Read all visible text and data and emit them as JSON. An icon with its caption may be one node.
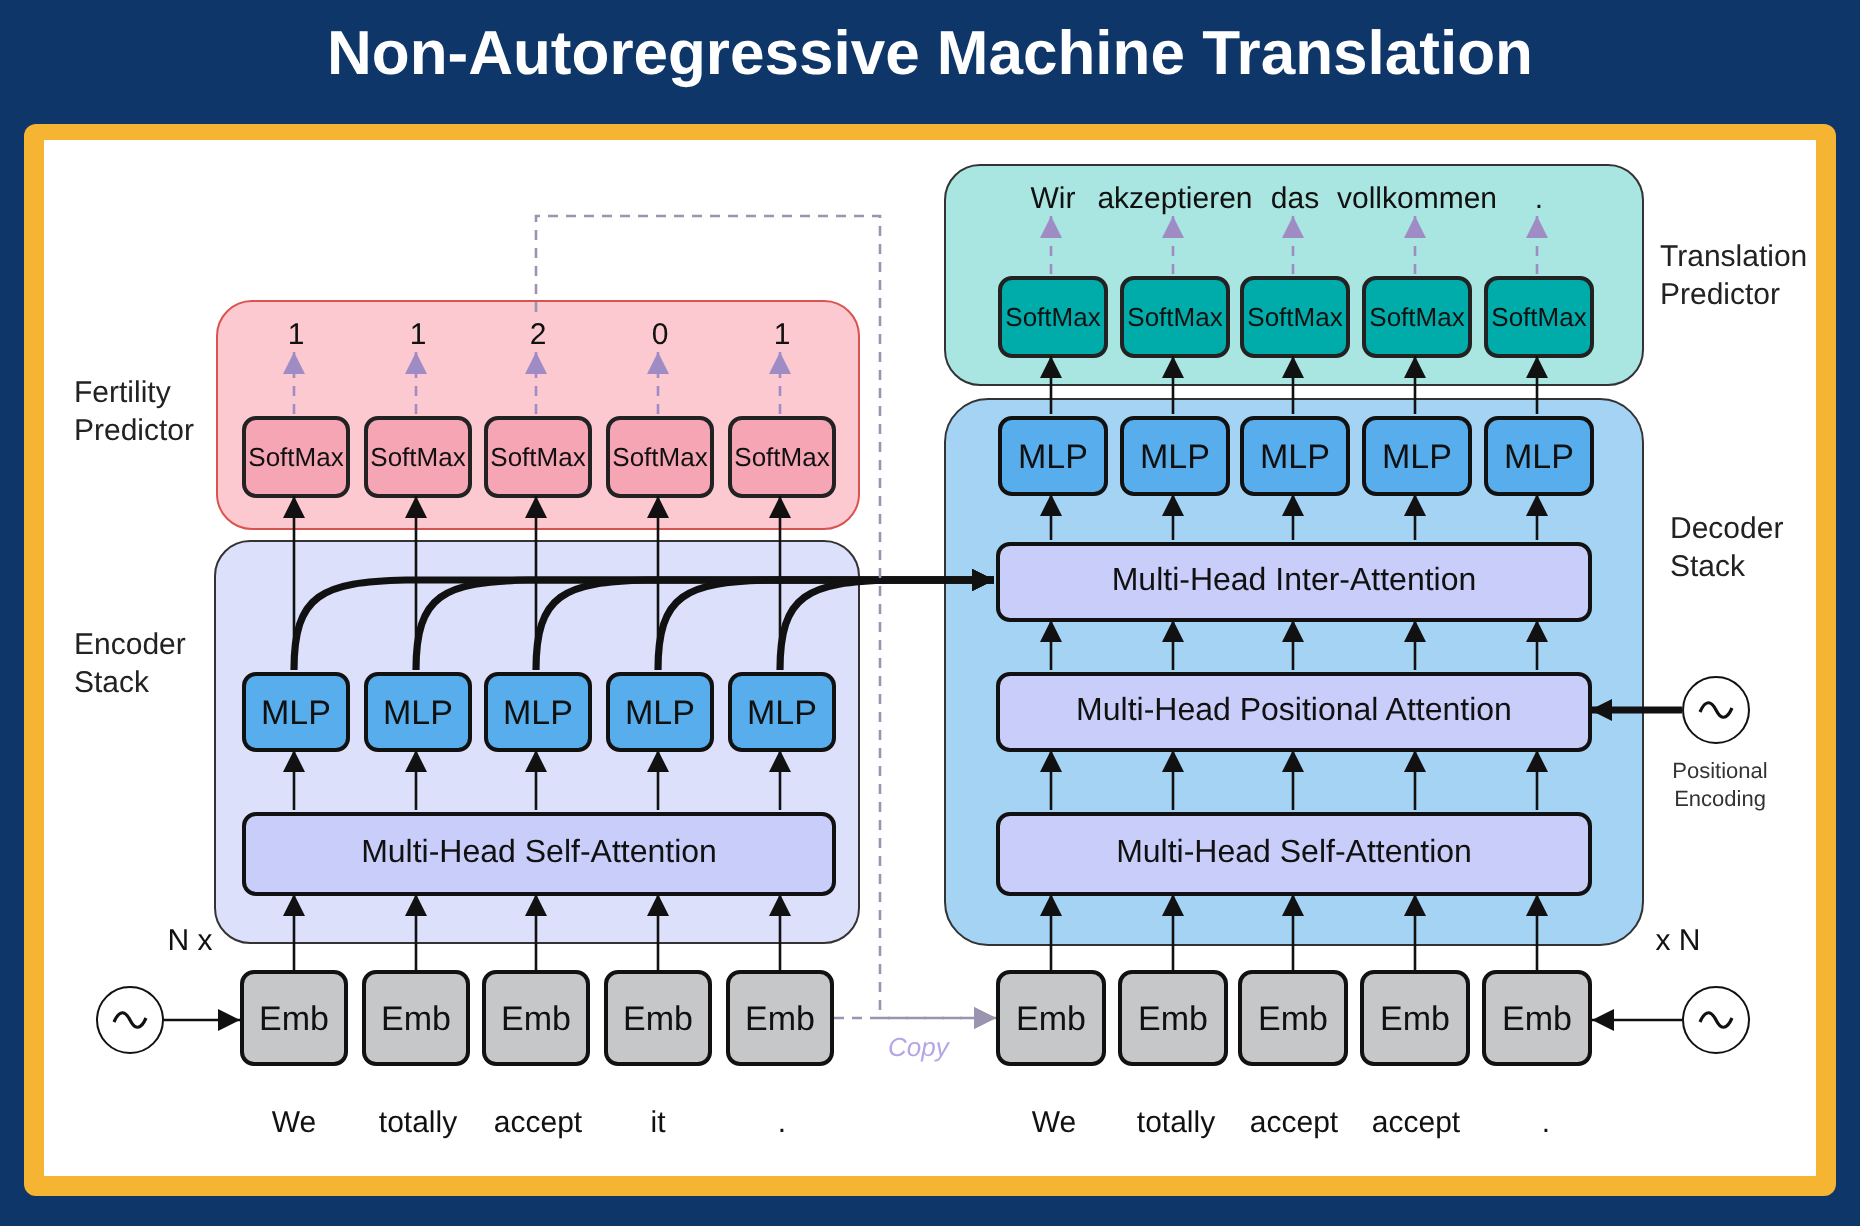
{
  "diagram": {
    "title": "Non-Autoregressive Machine Translation",
    "nodes": [
      {
        "text": [
          "Fertility Predictor"
        ]
      },
      {
        "text": [
          "SoftMax"
        ],
        "in": 0
      },
      {
        "text": [
          "SoftMax"
        ],
        "in": 0
      },
      {
        "text": [
          "SoftMax"
        ],
        "in": 0
      },
      {
        "text": [
          "SoftMax"
        ],
        "in": 0
      },
      {
        "text": [
          "SoftMax"
        ],
        "in": 0
      },
      {
        "text": [
          "1"
        ],
        "in": 0
      },
      {
        "text": [
          "1"
        ],
        "in": 0
      },
      {
        "text": [
          "2"
        ],
        "in": 0
      },
      {
        "text": [
          "0"
        ],
        "in": 0
      },
      {
        "text": [
          "1"
        ],
        "in": 0
      },
      {
        "text": [
          "Encoder Stack"
        ]
      },
      {
        "text": [
          "MLP"
        ],
        "in": 11
      },
      {
        "text": [
          "MLP"
        ],
        "in": 11
      },
      {
        "text": [
          "MLP"
        ],
        "in": 11
      },
      {
        "text": [
          "MLP"
        ],
        "in": 11
      },
      {
        "text": [
          "MLP"
        ],
        "in": 11
      },
      {
        "text": [
          "Multi-Head Self-Attention"
        ],
        "in": 11
      },
      {
        "text": [
          "Emb"
        ]
      },
      {
        "text": [
          "Emb"
        ]
      },
      {
        "text": [
          "Emb"
        ]
      },
      {
        "text": [
          "Emb"
        ]
      },
      {
        "text": [
          "Emb"
        ]
      },
      {
        "text": [],
        "shape": "circle"
      },
      {
        "text": [
          "Translation Predictor"
        ]
      },
      {
        "text": [
          "Wir"
        ],
        "in": 24
      },
      {
        "text": [
          "akzeptieren"
        ],
        "in": 24
      },
      {
        "text": [
          "das"
        ],
        "in": 24
      },
      {
        "text": [
          "vollkommen"
        ],
        "in": 24
      },
      {
        "text": [
          "."
        ],
        "in": 24
      },
      {
        "text": [
          "SoftMax"
        ],
        "in": 24
      },
      {
        "text": [
          "SoftMax"
        ],
        "in": 24
      },
      {
        "text": [
          "SoftMax"
        ],
        "in": 24
      },
      {
        "text": [
          "SoftMax"
        ],
        "in": 24
      },
      {
        "text": [
          "SoftMax"
        ],
        "in": 24
      },
      {
        "text": [
          "Decoder Stack"
        ]
      },
      {
        "text": [
          "MLP"
        ],
        "in": 35
      },
      {
        "text": [
          "MLP"
        ],
        "in": 35
      },
      {
        "text": [
          "MLP"
        ],
        "in": 35
      },
      {
        "text": [
          "MLP"
        ],
        "in": 35
      },
      {
        "text": [
          "MLP"
        ],
        "in": 35
      },
      {
        "text": [
          "Multi-Head Inter-Attention"
        ],
        "in": 35
      },
      {
        "text": [
          "Multi-Head Positional Attention"
        ],
        "in": 35
      },
      {
        "text": [
          "Multi-Head Self-Attention"
        ],
        "in": 35
      },
      {
        "text": [
          "Emb"
        ]
      },
      {
        "text": [
          "Emb"
        ]
      },
      {
        "text": [
          "Emb"
        ]
      },
      {
        "text": [
          "Emb"
        ]
      },
      {
        "text": [
          "Emb"
        ]
      },
      {
        "text": [],
        "shape": "circle",
        "beside": [
          "Positional Encoding"
        ]
      },
      {
        "text": [],
        "shape": "circle"
      }
    ],
    "edges": [
      {
        "from": 23,
        "to": 18,
        "arrow": "to"
      },
      {
        "from": 18,
        "to": 17,
        "arrow": "to"
      },
      {
        "from": 19,
        "to": 17,
        "arrow": "to"
      },
      {
        "from": 20,
        "to": 17,
        "arrow": "to"
      },
      {
        "from": 21,
        "to": 17,
        "arrow": "to"
      },
      {
        "from": 22,
        "to": 17,
        "arrow": "to"
      },
      {
        "from": 17,
        "to": 12,
        "arrow": "to"
      },
      {
        "from": 17,
        "to": 13,
        "arrow": "to"
      },
      {
        "from": 17,
        "to": 14,
        "arrow": "to"
      },
      {
        "from": 17,
        "to": 15,
        "arrow": "to"
      },
      {
        "from": 17,
        "to": 16,
        "arrow": "to"
      },
      {
        "from": 12,
        "to": 1,
        "arrow": "to"
      },
      {
        "from": 13,
        "to": 2,
        "arrow": "to"
      },
      {
        "from": 14,
        "to": 3,
        "arrow": "to"
      },
      {
        "from": 15,
        "to": 4,
        "arrow": "to"
      },
      {
        "from": 16,
        "to": 5,
        "arrow": "to"
      },
      {
        "from": 1,
        "to": 6,
        "arrow": "to",
        "style": "dashed",
        "color": "#a08cc4"
      },
      {
        "from": 2,
        "to": 7,
        "arrow": "to",
        "style": "dashed",
        "color": "#a08cc4"
      },
      {
        "from": 3,
        "to": 8,
        "arrow": "to",
        "style": "dashed",
        "color": "#a08cc4"
      },
      {
        "from": 4,
        "to": 9,
        "arrow": "to",
        "style": "dashed",
        "color": "#a08cc4"
      },
      {
        "from": 5,
        "to": 10,
        "arrow": "to",
        "style": "dashed",
        "color": "#a08cc4"
      },
      {
        "from": 12,
        "to": 41,
        "arrow": "to",
        "style": "thick"
      },
      {
        "from": 13,
        "to": 41,
        "arrow": "to",
        "style": "thick"
      },
      {
        "from": 14,
        "to": 41,
        "arrow": "to",
        "style": "thick"
      },
      {
        "from": 15,
        "to": 41,
        "arrow": "to",
        "style": "thick"
      },
      {
        "from": 16,
        "to": 41,
        "arrow": "to",
        "style": "thick"
      },
      {
        "from": 8,
        "to": 44,
        "arrow": "to",
        "style": "dashed",
        "color": "#9a94b0"
      },
      {
        "from": 22,
        "to": 44,
        "arrow": "to",
        "style": "dashed",
        "color": "#9a94b0",
        "label": "Copy"
      },
      {
        "from": 44,
        "to": 43,
        "arrow": "to"
      },
      {
        "from": 45,
        "to": 43,
        "arrow": "to"
      },
      {
        "from": 46,
        "to": 43,
        "arrow": "to"
      },
      {
        "from": 47,
        "to": 43,
        "arrow": "to"
      },
      {
        "from": 48,
        "to": 43,
        "arrow": "to"
      },
      {
        "from": 43,
        "to": 42,
        "arrow": "to"
      },
      {
        "from": 43,
        "to": 42,
        "arrow": "to"
      },
      {
        "from": 43,
        "to": 42,
        "arrow": "to"
      },
      {
        "from": 43,
        "to": 42,
        "arrow": "to"
      },
      {
        "from": 43,
        "to": 42,
        "arrow": "to"
      },
      {
        "from": 42,
        "to": 41,
        "arrow": "to"
      },
      {
        "from": 42,
        "to": 41,
        "arrow": "to"
      },
      {
        "from": 42,
        "to": 41,
        "arrow": "to"
      },
      {
        "from": 42,
        "to": 41,
        "arrow": "to"
      },
      {
        "from": 42,
        "to": 41,
        "arrow": "to"
      },
      {
        "from": 41,
        "to": 36,
        "arrow": "to"
      },
      {
        "from": 41,
        "to": 37,
        "arrow": "to"
      },
      {
        "from": 41,
        "to": 38,
        "arrow": "to"
      },
      {
        "from": 41,
        "to": 39,
        "arrow": "to"
      },
      {
        "from": 41,
        "to": 40,
        "arrow": "to"
      },
      {
        "from": 36,
        "to": 30,
        "arrow": "to"
      },
      {
        "from": 37,
        "to": 31,
        "arrow": "to"
      },
      {
        "from": 38,
        "to": 32,
        "arrow": "to"
      },
      {
        "from": 39,
        "to": 33,
        "arrow": "to"
      },
      {
        "from": 40,
        "to": 34,
        "arrow": "to"
      },
      {
        "from": 30,
        "to": 25,
        "arrow": "to",
        "style": "dashed",
        "color": "#a08cc4"
      },
      {
        "from": 31,
        "to": 26,
        "arrow": "to",
        "style": "dashed",
        "color": "#a08cc4"
      },
      {
        "from": 32,
        "to": 27,
        "arrow": "to",
        "style": "dashed",
        "color": "#a08cc4"
      },
      {
        "from": 33,
        "to": 28,
        "arrow": "to",
        "style": "dashed",
        "color": "#a08cc4"
      },
      {
        "from": 34,
        "to": 29,
        "arrow": "to",
        "style": "dashed",
        "color": "#a08cc4"
      },
      {
        "from": 49,
        "to": 42,
        "arrow": "to",
        "style": "thick"
      },
      {
        "from": 50,
        "to": 48,
        "arrow": "to"
      }
    ],
    "labels": [
      "N x",
      "We",
      "totally",
      "accept",
      "it",
      ".",
      "x N",
      "We",
      "totally",
      "accept",
      "accept",
      "."
    ]
  }
}
